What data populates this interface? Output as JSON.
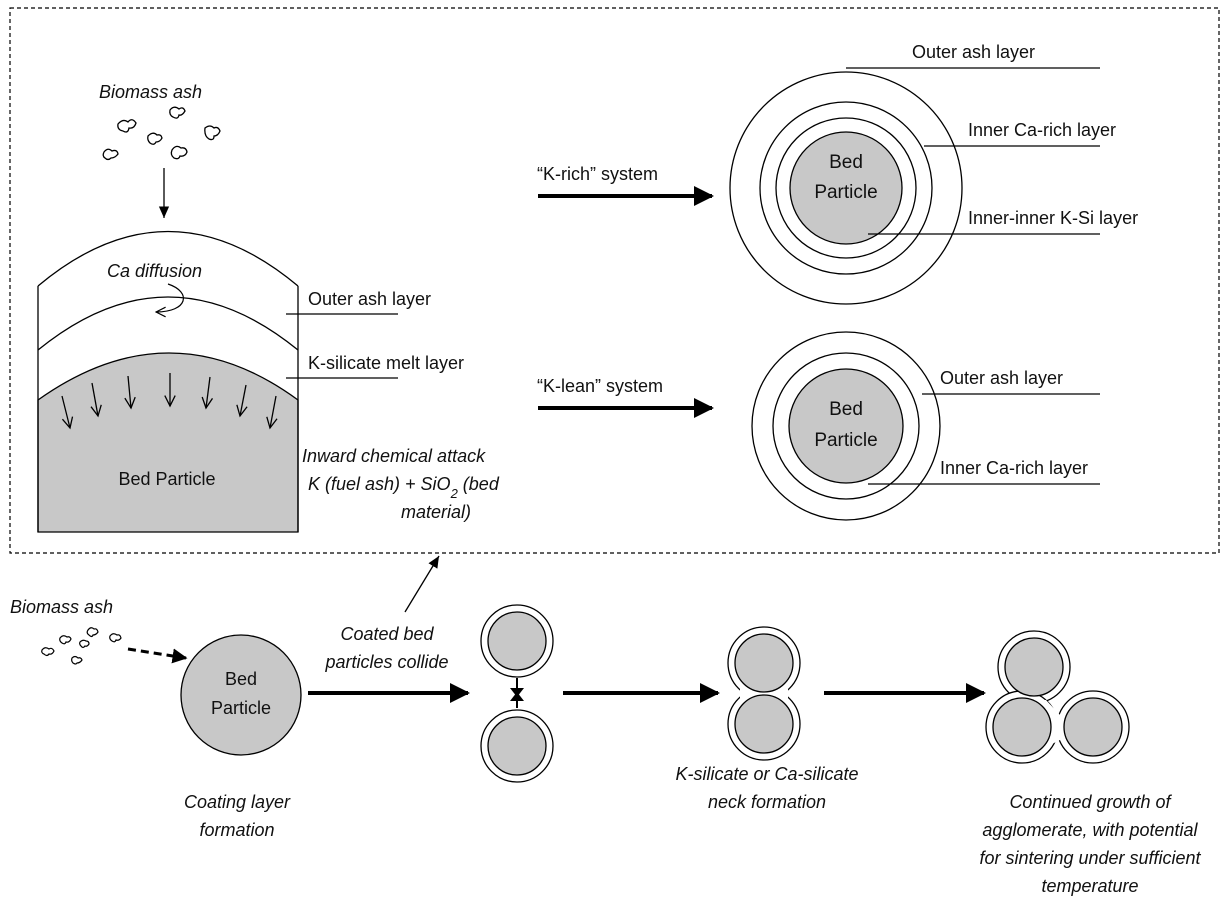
{
  "colors": {
    "particle_fill": "#c8c8c8",
    "stroke": "#000000",
    "background": "#ffffff"
  },
  "detail": {
    "biomass_ash": "Biomass ash",
    "ca_diffusion": "Ca diffusion",
    "outer_ash_layer": "Outer ash layer",
    "k_silicate_melt_layer": "K-silicate melt layer",
    "bed_particle": "Bed Particle",
    "attack_line1": "Inward chemical attack",
    "attack_line2_k": "K (fuel ash) + SiO",
    "attack_line2_sub": "2",
    "attack_line2_rest": " (bed",
    "attack_line3": "material)"
  },
  "k_rich": {
    "system_label": "“K-rich” system",
    "bed_line1": "Bed",
    "bed_line2": "Particle",
    "layer_outer": "Outer ash layer",
    "layer_ca": "Inner Ca-rich layer",
    "layer_ksi": "Inner-inner K-Si layer"
  },
  "k_lean": {
    "system_label": "“K-lean” system",
    "bed_line1": "Bed",
    "bed_line2": "Particle",
    "layer_outer": "Outer ash layer",
    "layer_ca": "Inner Ca-rich layer"
  },
  "process": {
    "biomass_ash": "Biomass ash",
    "bed_line1": "Bed",
    "bed_line2": "Particle",
    "collide_line1": "Coated bed",
    "collide_line2": "particles collide",
    "coating_line1": "Coating layer",
    "coating_line2": "formation",
    "neck_line1": "K-silicate or Ca-silicate",
    "neck_line2": "neck formation",
    "growth_line1": "Continued growth of",
    "growth_line2": "agglomerate, with potential",
    "growth_line3": "for sintering under sufficient",
    "growth_line4": "temperature"
  }
}
